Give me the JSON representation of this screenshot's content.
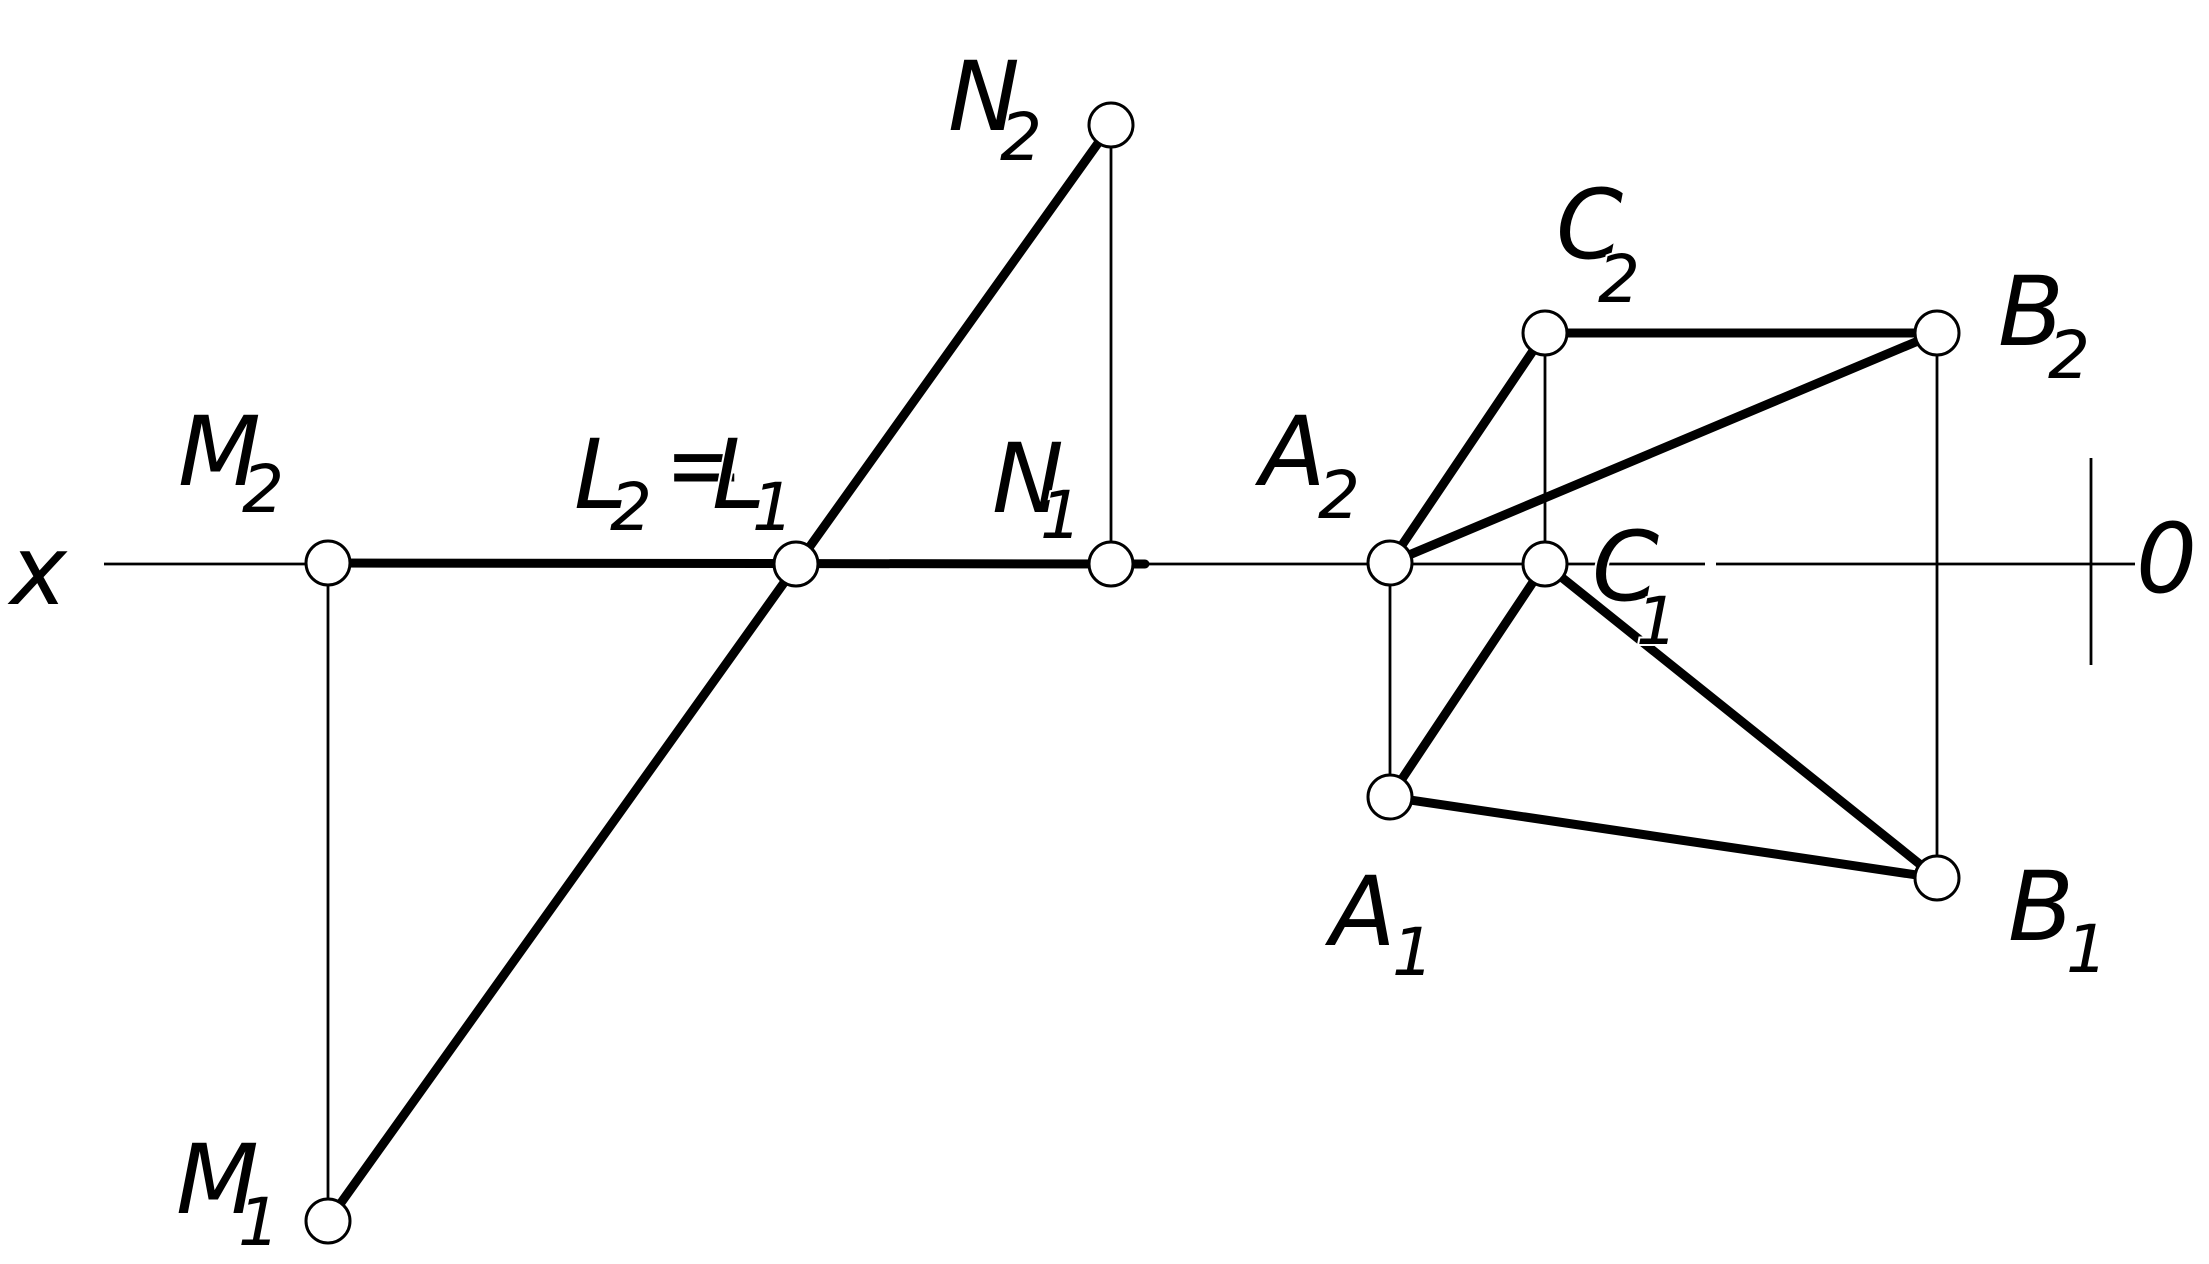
{
  "diagram": {
    "labels": {
      "x_axis": "x",
      "origin": "0",
      "M2": {
        "letter": "M",
        "index": "2"
      },
      "M1": {
        "letter": "M",
        "index": "1"
      },
      "L2": {
        "letter": "L",
        "index": "2"
      },
      "equals": "=",
      "L1": {
        "letter": "L",
        "index": "1"
      },
      "N2": {
        "letter": "N",
        "index": "2"
      },
      "N1": {
        "letter": "N",
        "index": "1"
      },
      "A2": {
        "letter": "A",
        "index": "2"
      },
      "A1": {
        "letter": "A",
        "index": "1"
      },
      "B2": {
        "letter": "B",
        "index": "2"
      },
      "B1": {
        "letter": "B",
        "index": "1"
      },
      "C2": {
        "letter": "C",
        "index": "2"
      },
      "C1": {
        "letter": "C",
        "index": "1"
      }
    },
    "colors": {
      "line": "#000000",
      "background": "#ffffff",
      "point_fill": "#ffffff"
    }
  }
}
